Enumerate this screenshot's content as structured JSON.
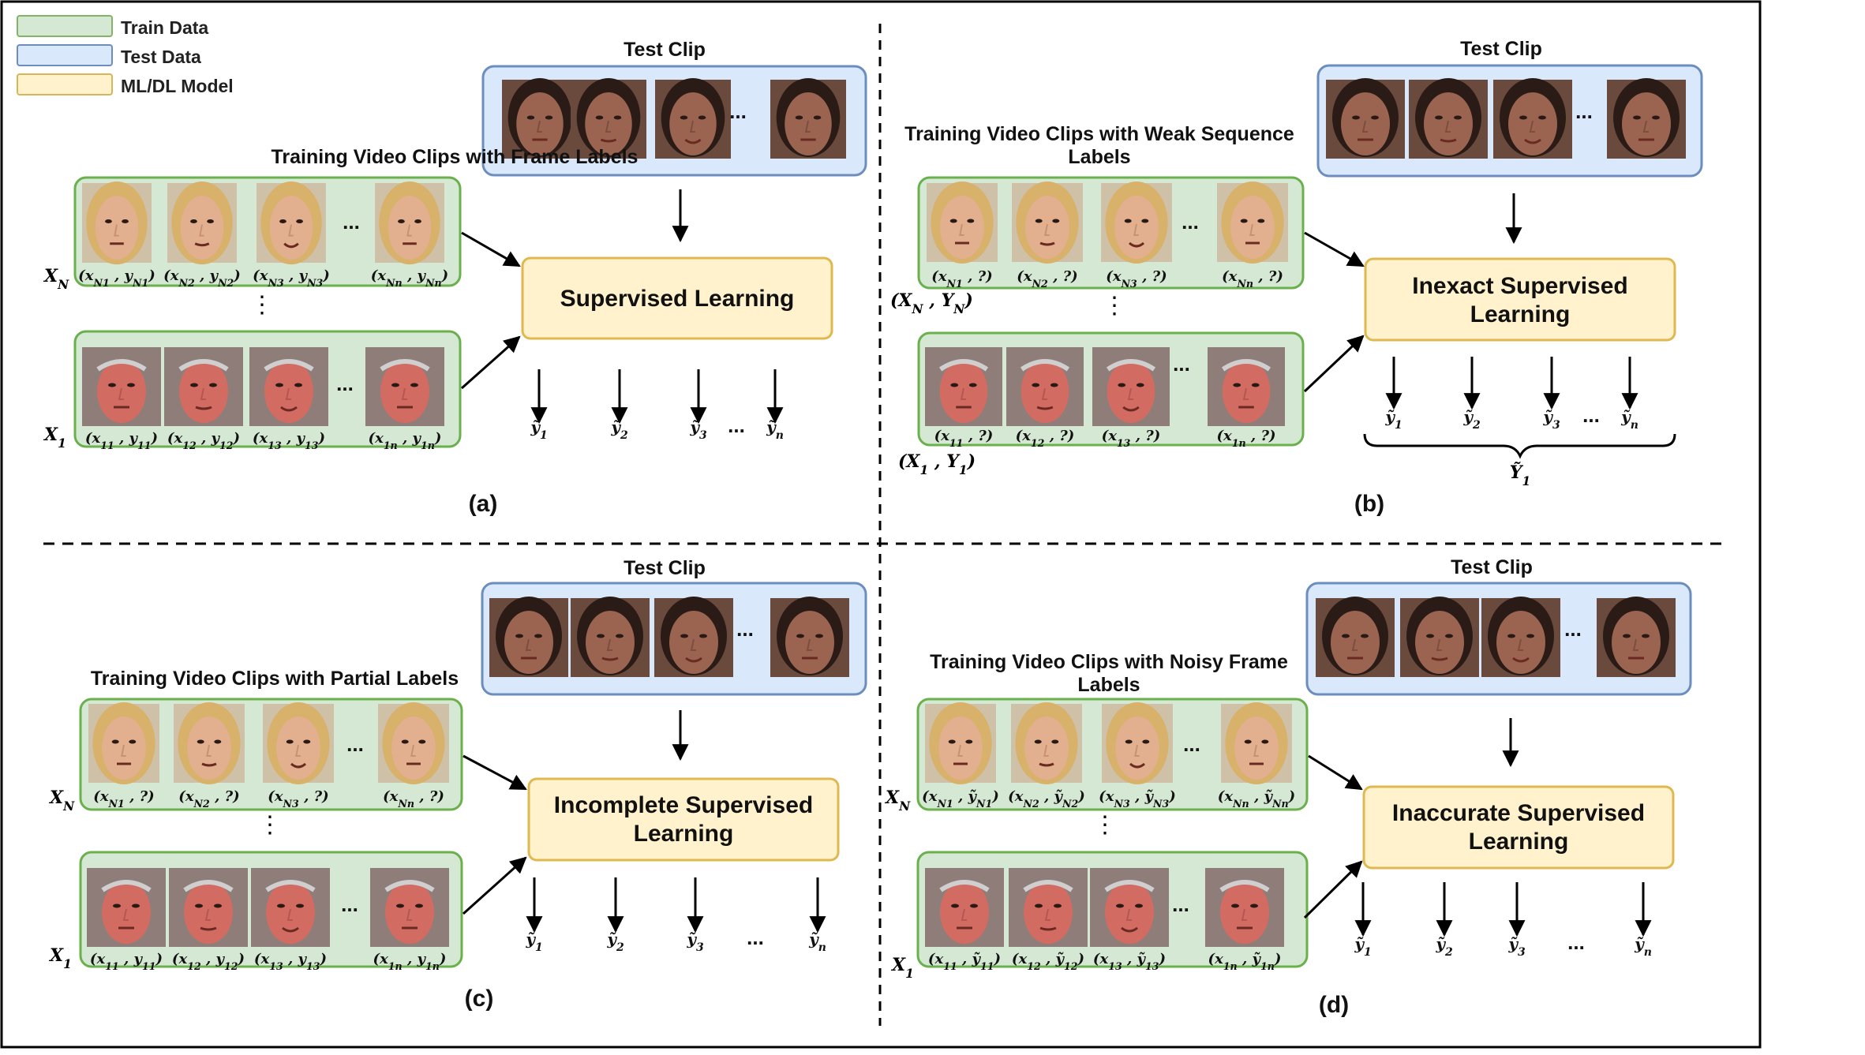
{
  "legend": [
    {
      "label": "Train Data",
      "fill": "#d5e8d4",
      "stroke": "#82b366"
    },
    {
      "label": "Test Data",
      "fill": "#dae8fc",
      "stroke": "#6c8ebf"
    },
    {
      "label": "ML/DL Model",
      "fill": "#fff2cc",
      "stroke": "#d6b656"
    }
  ],
  "colors": {
    "train_fill": "#d5e8d4",
    "train_stroke": "#6ab04c",
    "test_fill": "#dae8fc",
    "test_stroke": "#6c8ebf",
    "model_fill": "#fff2cc",
    "model_stroke": "#e0b850",
    "face_dark": "#7a4a3a",
    "face_blonde": "#d9a77d",
    "face_red": "#c45a55"
  },
  "ellipsis": "...",
  "vdots": "⋮",
  "panels": {
    "a": {
      "label": "(a)",
      "test_title": "Test Clip",
      "train_title": "Training Video Clips with Frame Labels",
      "model": "Supervised Learning",
      "xn": "X_N",
      "x1": "X_1",
      "top_labels": [
        "(x_N1 , y_N1)",
        "(x_N2 , y_N2)",
        "(x_N3 , y_N3)",
        "(x_Nn , y_Nn)"
      ],
      "bot_labels": [
        "(x_11 , y_11)",
        "(x_12 , y_12)",
        "(x_13 , y_13)",
        "(x_1n , y_1n)"
      ],
      "outputs": [
        "ỹ_1",
        "ỹ_2",
        "ỹ_3",
        "ỹ_n"
      ]
    },
    "b": {
      "label": "(b)",
      "test_title": "Test Clip",
      "train_title_1": "Training Video Clips with Weak Sequence",
      "train_title_2": "Labels",
      "model_1": "Inexact Supervised",
      "model_2": "Learning",
      "xn": "(X_N , Y_N)",
      "x1": "(X_1 , Y_1)",
      "top_labels": [
        "(x_N1 , ?)",
        "(x_N2 , ?)",
        "(x_N3 , ?)",
        "(x_Nn , ?)"
      ],
      "bot_labels": [
        "(x_11 , ?)",
        "(x_12 , ?)",
        "(x_13 , ?)",
        "(x_1n , ?)"
      ],
      "outputs": [
        "ỹ_1",
        "ỹ_2",
        "ỹ_3",
        "ỹ_n"
      ],
      "brace_label": "Ỹ_1"
    },
    "c": {
      "label": "(c)",
      "test_title": "Test Clip",
      "train_title": "Training Video Clips with Partial Labels",
      "model_1": "Incomplete Supervised",
      "model_2": "Learning",
      "xn": "X_N",
      "x1": "X_1",
      "top_labels": [
        "(x_N1 , ?)",
        "(x_N2 , ?)",
        "(x_N3 , ?)",
        "(x_Nn , ?)"
      ],
      "bot_labels": [
        "(x_11 , y_11)",
        "(x_12 , y_12)",
        "(x_13 , y_13)",
        "(x_1n , y_1n)"
      ],
      "outputs": [
        "ỹ_1",
        "ỹ_2",
        "ỹ_3",
        "ỹ_n"
      ]
    },
    "d": {
      "label": "(d)",
      "test_title": "Test Clip",
      "train_title_1": "Training Video Clips with Noisy Frame",
      "train_title_2": "Labels",
      "model_1": "Inaccurate Supervised",
      "model_2": "Learning",
      "xn": "X_N",
      "x1": "X_1",
      "top_labels": [
        "(x_N1 , ỹ_N1)",
        "(x_N2 , ỹ_N2)",
        "(x_N3 , ỹ_N3)",
        "(x_Nn , ỹ_Nn)"
      ],
      "bot_labels": [
        "(x_11 , ỹ_11)",
        "(x_12 , ỹ_12)",
        "(x_13 , ỹ_13)",
        "(x_1n , ỹ_1n)"
      ],
      "outputs": [
        "ỹ_1",
        "ỹ_2",
        "ỹ_3",
        "ỹ_n"
      ]
    }
  }
}
